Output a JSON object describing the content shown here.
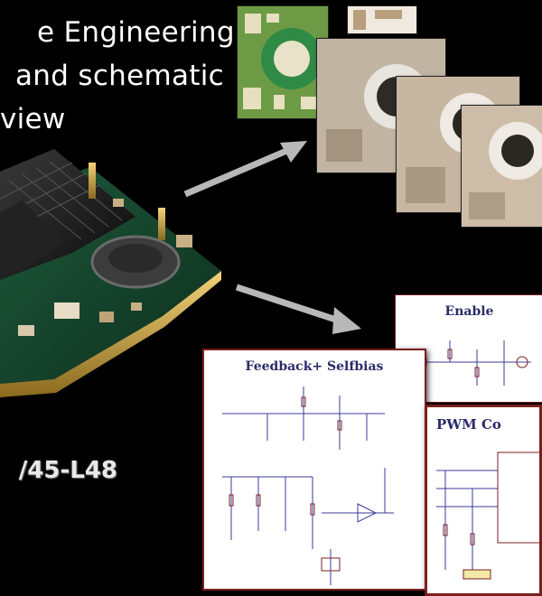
{
  "title": {
    "line1": "e Engineering.",
    "line2": "and schematic",
    "line3": "view"
  },
  "model_label": "/45-L48",
  "schematics": [
    {
      "title": "Enable"
    },
    {
      "title": "Feedback+ Selfbias"
    },
    {
      "title": "PWM Co"
    }
  ],
  "colors": {
    "background": "#000000",
    "pcb_green": "#1f4a2e",
    "pcb_copper": "#b9a893",
    "arrow": "#b8b8b8",
    "sheet_border": "#7a1f1f",
    "schematic_title": "#2b2b6a"
  }
}
